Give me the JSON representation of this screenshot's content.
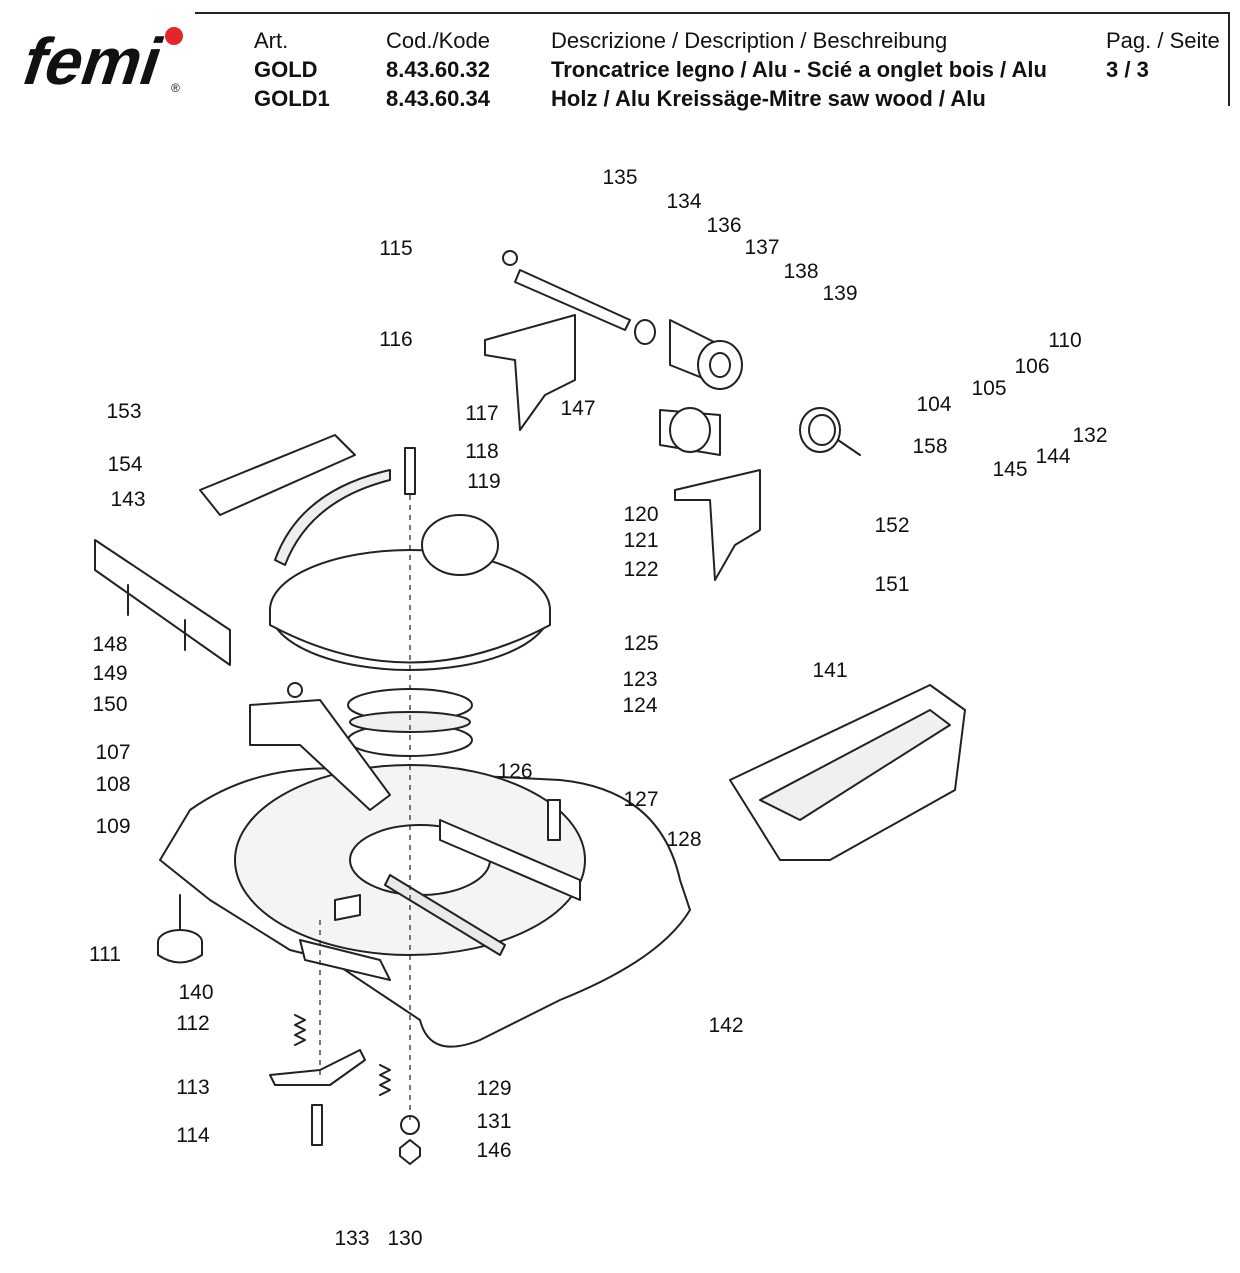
{
  "brand": {
    "name": "femi",
    "mark": "®",
    "accent": "#e1262c"
  },
  "header": {
    "art": {
      "label": "Art.",
      "values": [
        "GOLD",
        "GOLD1"
      ]
    },
    "code": {
      "label": "Cod./Kode",
      "values": [
        "8.43.60.32",
        "8.43.60.34"
      ]
    },
    "description": {
      "label": "Descrizione / Description / Beschreibung",
      "lines": [
        "Troncatrice legno / Alu - Scié a onglet bois / Alu",
        "Holz / Alu Kreissäge-Mitre saw wood / Alu"
      ]
    },
    "page": {
      "label": "Pag. / Seite",
      "value": "3 / 3"
    }
  },
  "parts": [
    "135",
    "134",
    "136",
    "137",
    "138",
    "139",
    "115",
    "110",
    "106",
    "105",
    "104",
    "116",
    "153",
    "117",
    "118",
    "119",
    "147",
    "158",
    "132",
    "145",
    "144",
    "154",
    "143",
    "120",
    "121",
    "122",
    "152",
    "151",
    "148",
    "149",
    "150",
    "125",
    "123",
    "124",
    "141",
    "107",
    "108",
    "109",
    "126",
    "127",
    "128",
    "111",
    "140",
    "142",
    "112",
    "113",
    "114",
    "129",
    "131",
    "146",
    "133",
    "130"
  ]
}
